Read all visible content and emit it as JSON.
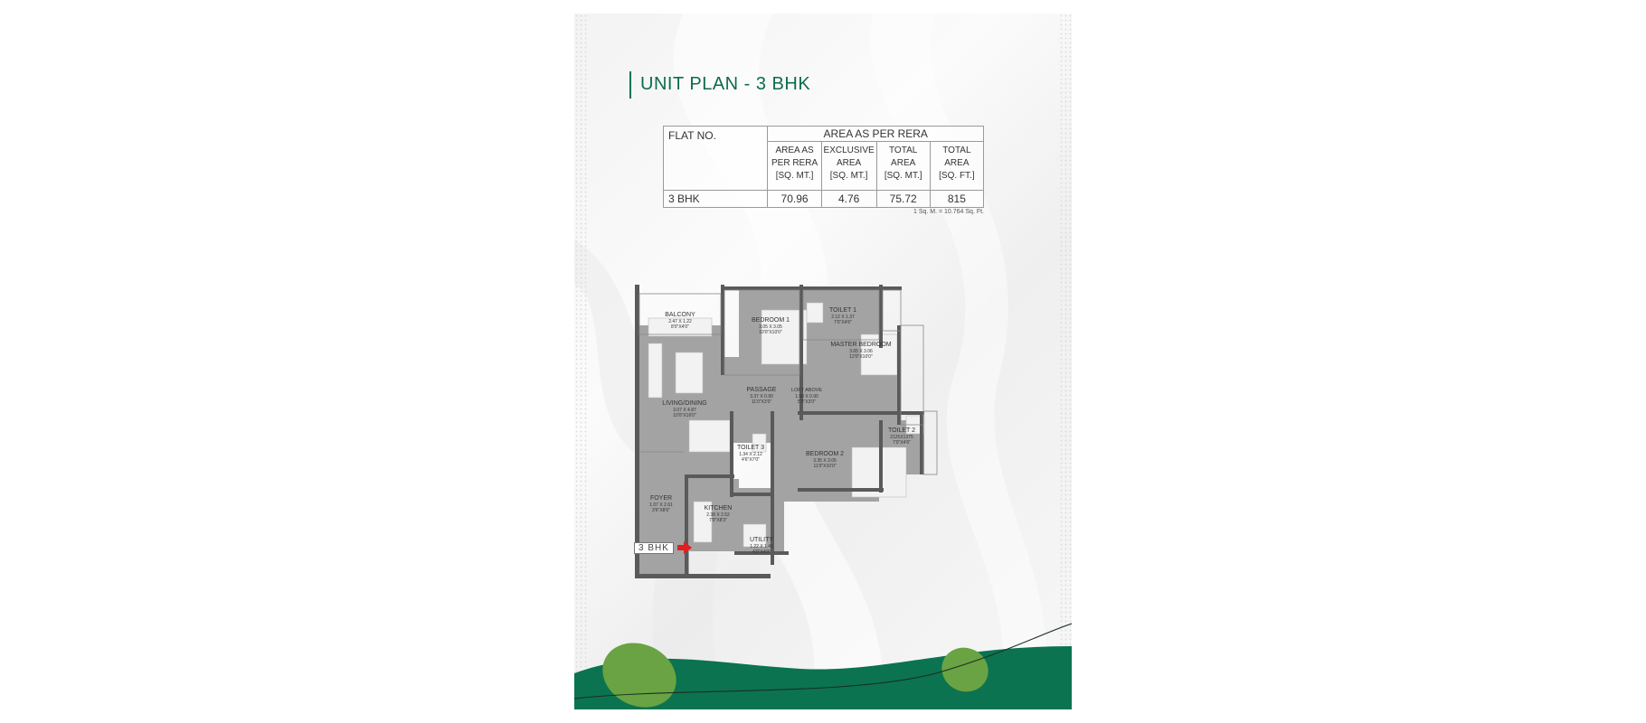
{
  "title": "UNIT PLAN - 3 BHK",
  "table": {
    "flat_header": "FLAT NO.",
    "group_header": "AREA AS PER RERA",
    "columns": [
      [
        "AREA AS",
        "PER RERA",
        "[SQ. MT.]"
      ],
      [
        "EXCLUSIVE",
        "AREA",
        "[SQ. MT.]"
      ],
      [
        "TOTAL",
        "AREA",
        "[SQ. MT.]"
      ],
      [
        "TOTAL",
        "AREA",
        "[SQ. FT.]"
      ]
    ],
    "row": {
      "label": "3 BHK",
      "values": [
        "70.96",
        "4.76",
        "75.72",
        "815"
      ]
    }
  },
  "conversion_note": "1 Sq. M. = 10.764 Sq. Ft.",
  "unit_tag": "3 BHK",
  "rooms": {
    "balcony": [
      "BALCONY",
      "2.47 X 1.22",
      "8'0\"X4'0\""
    ],
    "bedroom1": [
      "BEDROOM 1",
      "3.05 X 3.05",
      "10'0\"X10'0\""
    ],
    "toilet1": [
      "TOILET 1",
      "2.12 X 1.37",
      "7'0\"X4'6\""
    ],
    "master": [
      "MASTER BEDROOM",
      "3.65 X 3.06",
      "12'0\"X10'0\""
    ],
    "passage": [
      "PASSAGE",
      "3.37 X 0.90",
      "11'0\"X3'0\""
    ],
    "loft": [
      "LOFT ABOVE",
      "1.58 X 0.90",
      "5'3\"X3'0\""
    ],
    "living": [
      "LIVING/DINING",
      "3.07 X 4.87",
      "10'0\"X16'0\""
    ],
    "toilet2": [
      "TOILET 2",
      "2125X1375",
      "7'0\"X4'6\""
    ],
    "toilet3": [
      "TOILET 3",
      "1.34 X 2.12",
      "4'6\"X7'0\""
    ],
    "bedroom2": [
      "BEDROOM 2",
      "3.35 X 3.05",
      "11'0\"X10'0\""
    ],
    "foyer": [
      "FOYER",
      "1.07 X 2.61",
      "3'6\"X8'6\""
    ],
    "kitchen": [
      "KITCHEN",
      "2.38 X 2.52",
      "7'9\"X8'3\""
    ],
    "utility": [
      "UTILITY",
      "1.22 X 1.41",
      "4'0\"X4'9\""
    ]
  },
  "colors": {
    "brand_green": "#0b7350",
    "leaf_green": "#6aa343",
    "plan_floor": "#9e9e9e",
    "plan_wall": "#555555",
    "entry_arrow": "#e02020"
  },
  "icons": {
    "entry": "entry-arrow-icon"
  }
}
